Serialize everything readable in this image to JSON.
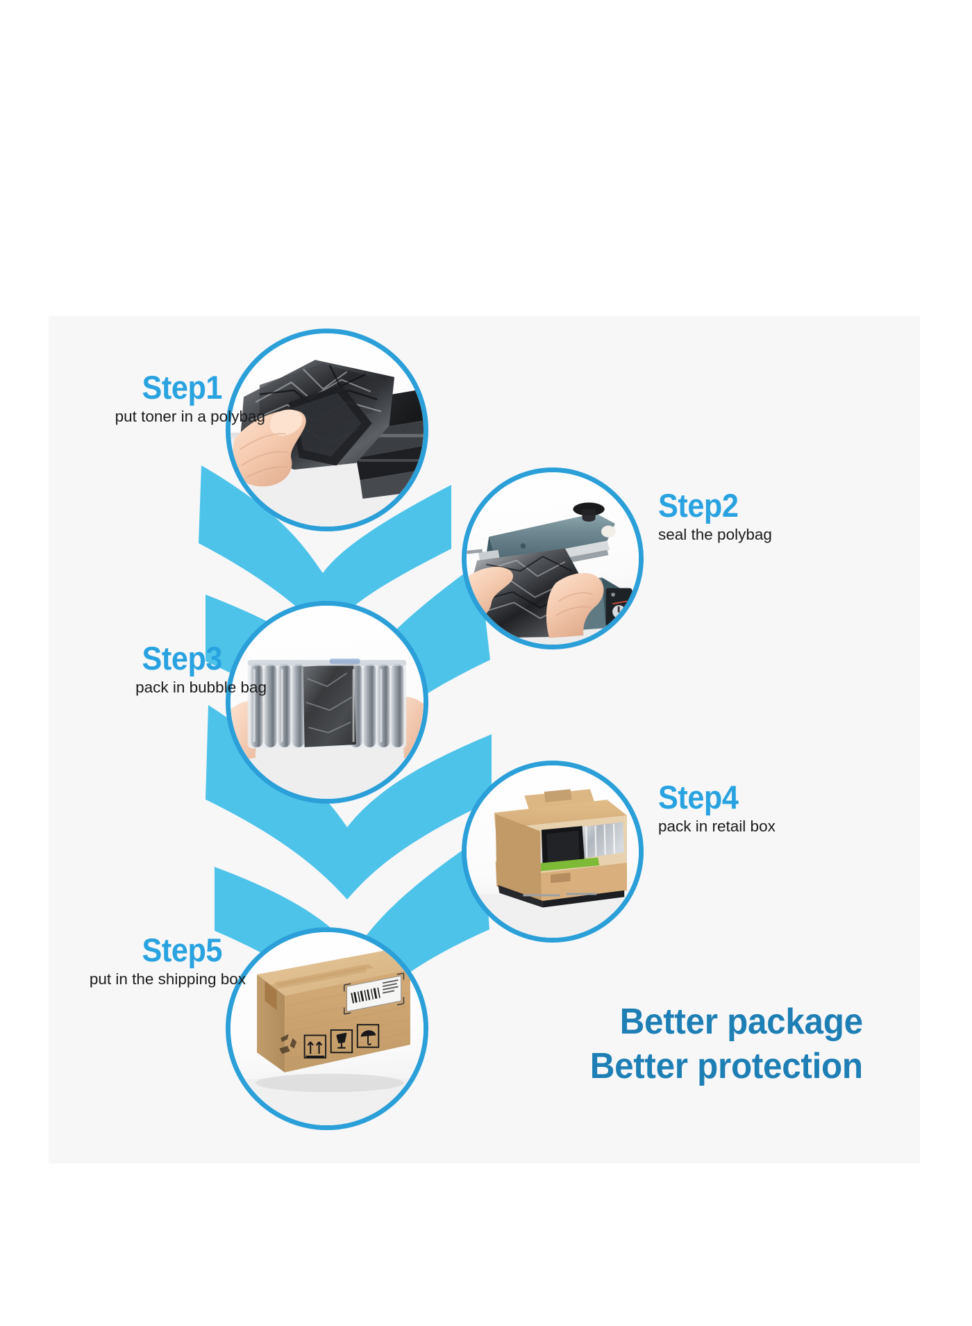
{
  "graphic": {
    "type": "packaging-process-infographic",
    "background_color": "#ffffff",
    "panel_color": "#f7f7f8",
    "accent_color": "#29a3e0",
    "ring_color": "#2a9fd8",
    "ribbon_color": "#4ec3ea",
    "tagline_color": "#1e7fb5"
  },
  "steps": [
    {
      "id": "step1",
      "number": "Step1",
      "caption": "put toner in a polybag",
      "image_alt": "hand-holding-toner-cartridge-in-black-polybag",
      "label_side": "left"
    },
    {
      "id": "step2",
      "number": "Step2",
      "caption": "seal the polybag",
      "image_alt": "hands-sealing-polybag-with-impulse-heat-sealer",
      "label_side": "right"
    },
    {
      "id": "step3",
      "number": "Step3",
      "caption": "pack in bubble bag",
      "image_alt": "hands-holding-toner-in-air-column-bubble-bag",
      "label_side": "left"
    },
    {
      "id": "step4",
      "number": "Step4",
      "caption": "pack in retail box",
      "image_alt": "open-kraft-retail-box-with-packed-toner",
      "label_side": "right"
    },
    {
      "id": "step5",
      "number": "Step5",
      "caption": "put in the shipping box",
      "image_alt": "sealed-kraft-shipping-carton-with-barcode-label",
      "label_side": "left"
    }
  ],
  "tagline": {
    "line1": "Better package",
    "line2": "Better protection"
  }
}
